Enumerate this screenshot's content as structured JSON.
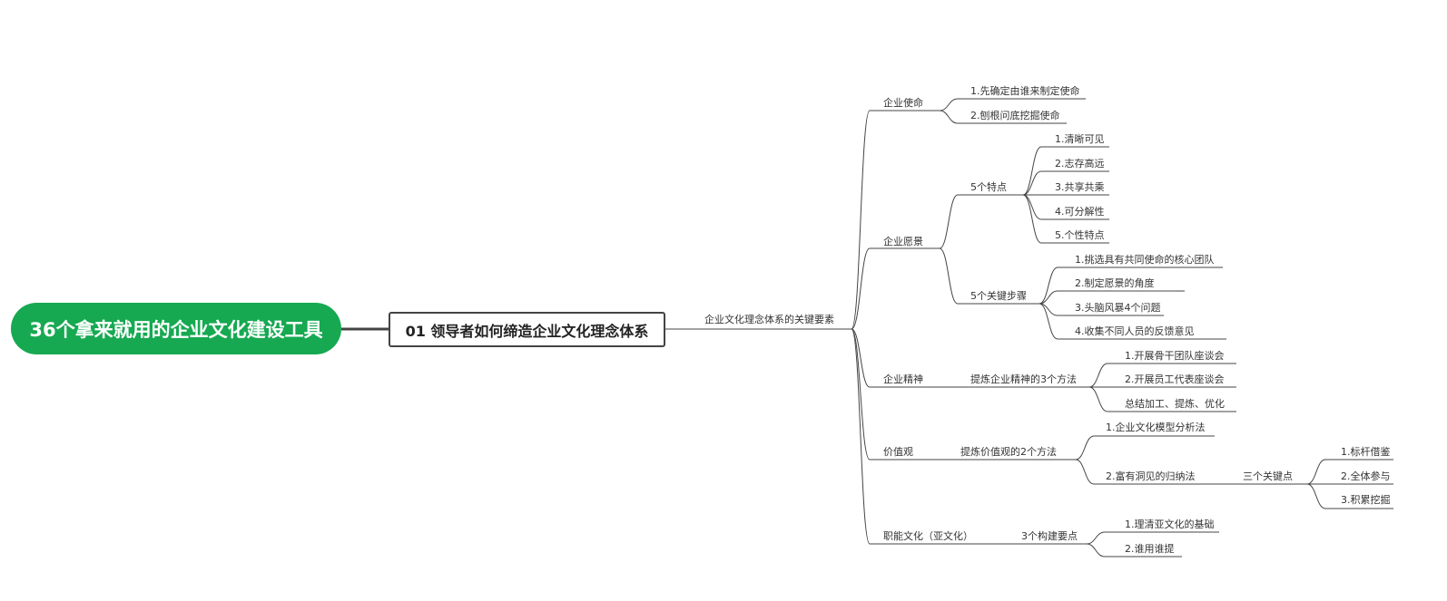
{
  "root": {
    "label": "36个拿来就用的企业文化建设工具"
  },
  "main": {
    "label": "01 领导者如何缔造企业文化理念体系"
  },
  "hub": {
    "label": "企业文化理念体系的关键要素"
  },
  "mission": {
    "label": "企业使命",
    "items": [
      "1.先确定由谁来制定使命",
      "2.刨根问底挖掘使命"
    ]
  },
  "vision": {
    "label": "企业愿景",
    "features": {
      "label": "5个特点",
      "items": [
        "1.清晰可见",
        "2.志存高远",
        "3.共享共乘",
        "4.可分解性",
        "5.个性特点"
      ]
    },
    "steps": {
      "label": "5个关键步骤",
      "items": [
        "1.挑选具有共同使命的核心团队",
        "2.制定愿景的角度",
        "3.头脑风暴4个问题",
        "4.收集不同人员的反馈意见"
      ]
    }
  },
  "spirit": {
    "label": "企业精神",
    "method": {
      "label": "提炼企业精神的3个方法",
      "items": [
        "1.开展骨干团队座谈会",
        "2.开展员工代表座谈会",
        "总结加工、提炼、优化"
      ]
    }
  },
  "values": {
    "label": "价值观",
    "method": {
      "label": "提炼价值观的2个方法",
      "item1": "1.企业文化模型分析法",
      "item2": "2.富有洞见的归纳法",
      "keypoints": {
        "label": "三个关键点",
        "items": [
          "1.标杆借鉴",
          "2.全体参与",
          "3.积累挖掘"
        ]
      }
    }
  },
  "subculture": {
    "label": "职能文化（亚文化）",
    "points": {
      "label": "3个构建要点",
      "items": [
        "1.理清亚文化的基础",
        "2.谁用谁提"
      ]
    }
  }
}
